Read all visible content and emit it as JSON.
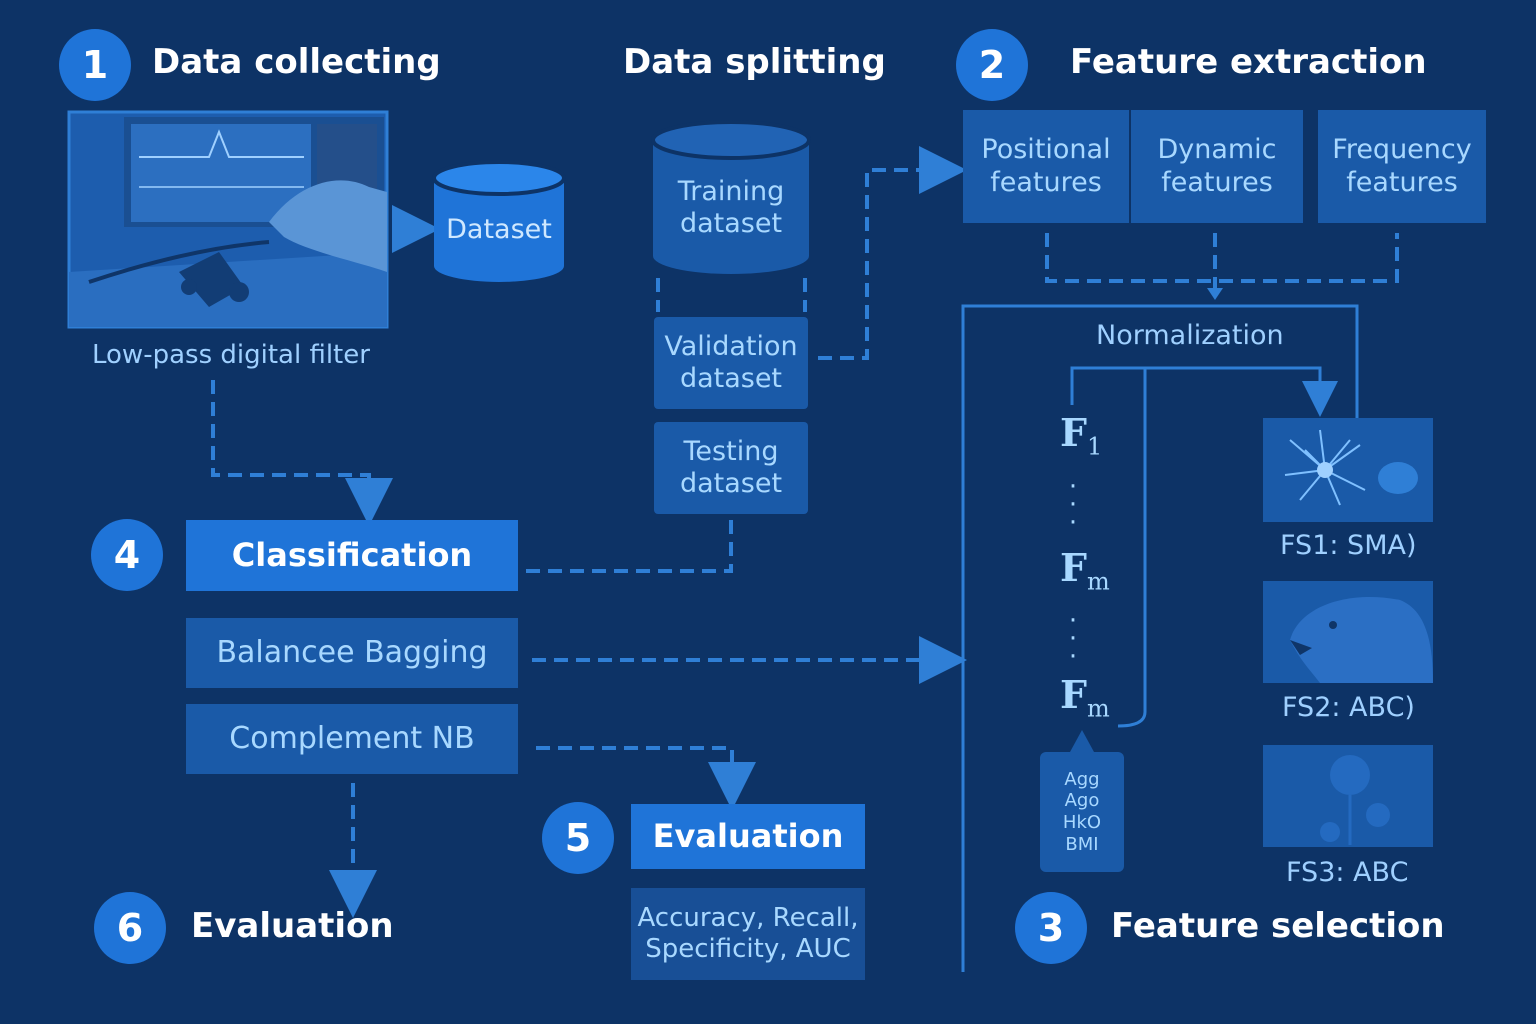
{
  "steps": {
    "step1": {
      "number": "1",
      "title": "Data collecting"
    },
    "split": {
      "title": "Data splitting"
    },
    "step2": {
      "number": "2",
      "title": "Feature extraction"
    },
    "step3": {
      "number": "3",
      "title": "Feature selection"
    },
    "step4": {
      "number": "4",
      "title": "Classification"
    },
    "step5": {
      "number": "5",
      "title": "Evaluation"
    },
    "step6": {
      "number": "6",
      "title": "Evaluation"
    }
  },
  "collect": {
    "caption": "Low-pass digital filter",
    "dataset": "Dataset"
  },
  "splitting": {
    "training": "Training\ndataset",
    "validation": "Validation\ndataset",
    "testing": "Testing\ndataset"
  },
  "features": [
    {
      "label": "Positional\nfeatures"
    },
    {
      "label": "Dynamic\nfeatures"
    },
    {
      "label": "Frequency\nfeatures"
    }
  ],
  "normalization": {
    "label": "Normalization",
    "f1": "F",
    "f1_sub": "1",
    "fm1": "F",
    "fm1_sub": "m",
    "fm2": "F",
    "fm2_sub": "m",
    "attrs": "Agg\nAgo\nHkO\nBMI"
  },
  "feature_sets": [
    {
      "caption": "FS1: SMA)"
    },
    {
      "caption": "FS2: ABC)"
    },
    {
      "caption": "FS3: ABC"
    }
  ],
  "classifiers": {
    "bagging": "Balancee Bagging",
    "nb": "Complement NB"
  },
  "metrics": "Accuracy, Recall,\nSpecificity, AUC",
  "colors": {
    "background": "#0d3366",
    "accent": "#1f74d8",
    "box": "#1a5aa8",
    "text_light": "#a8d8ff"
  }
}
